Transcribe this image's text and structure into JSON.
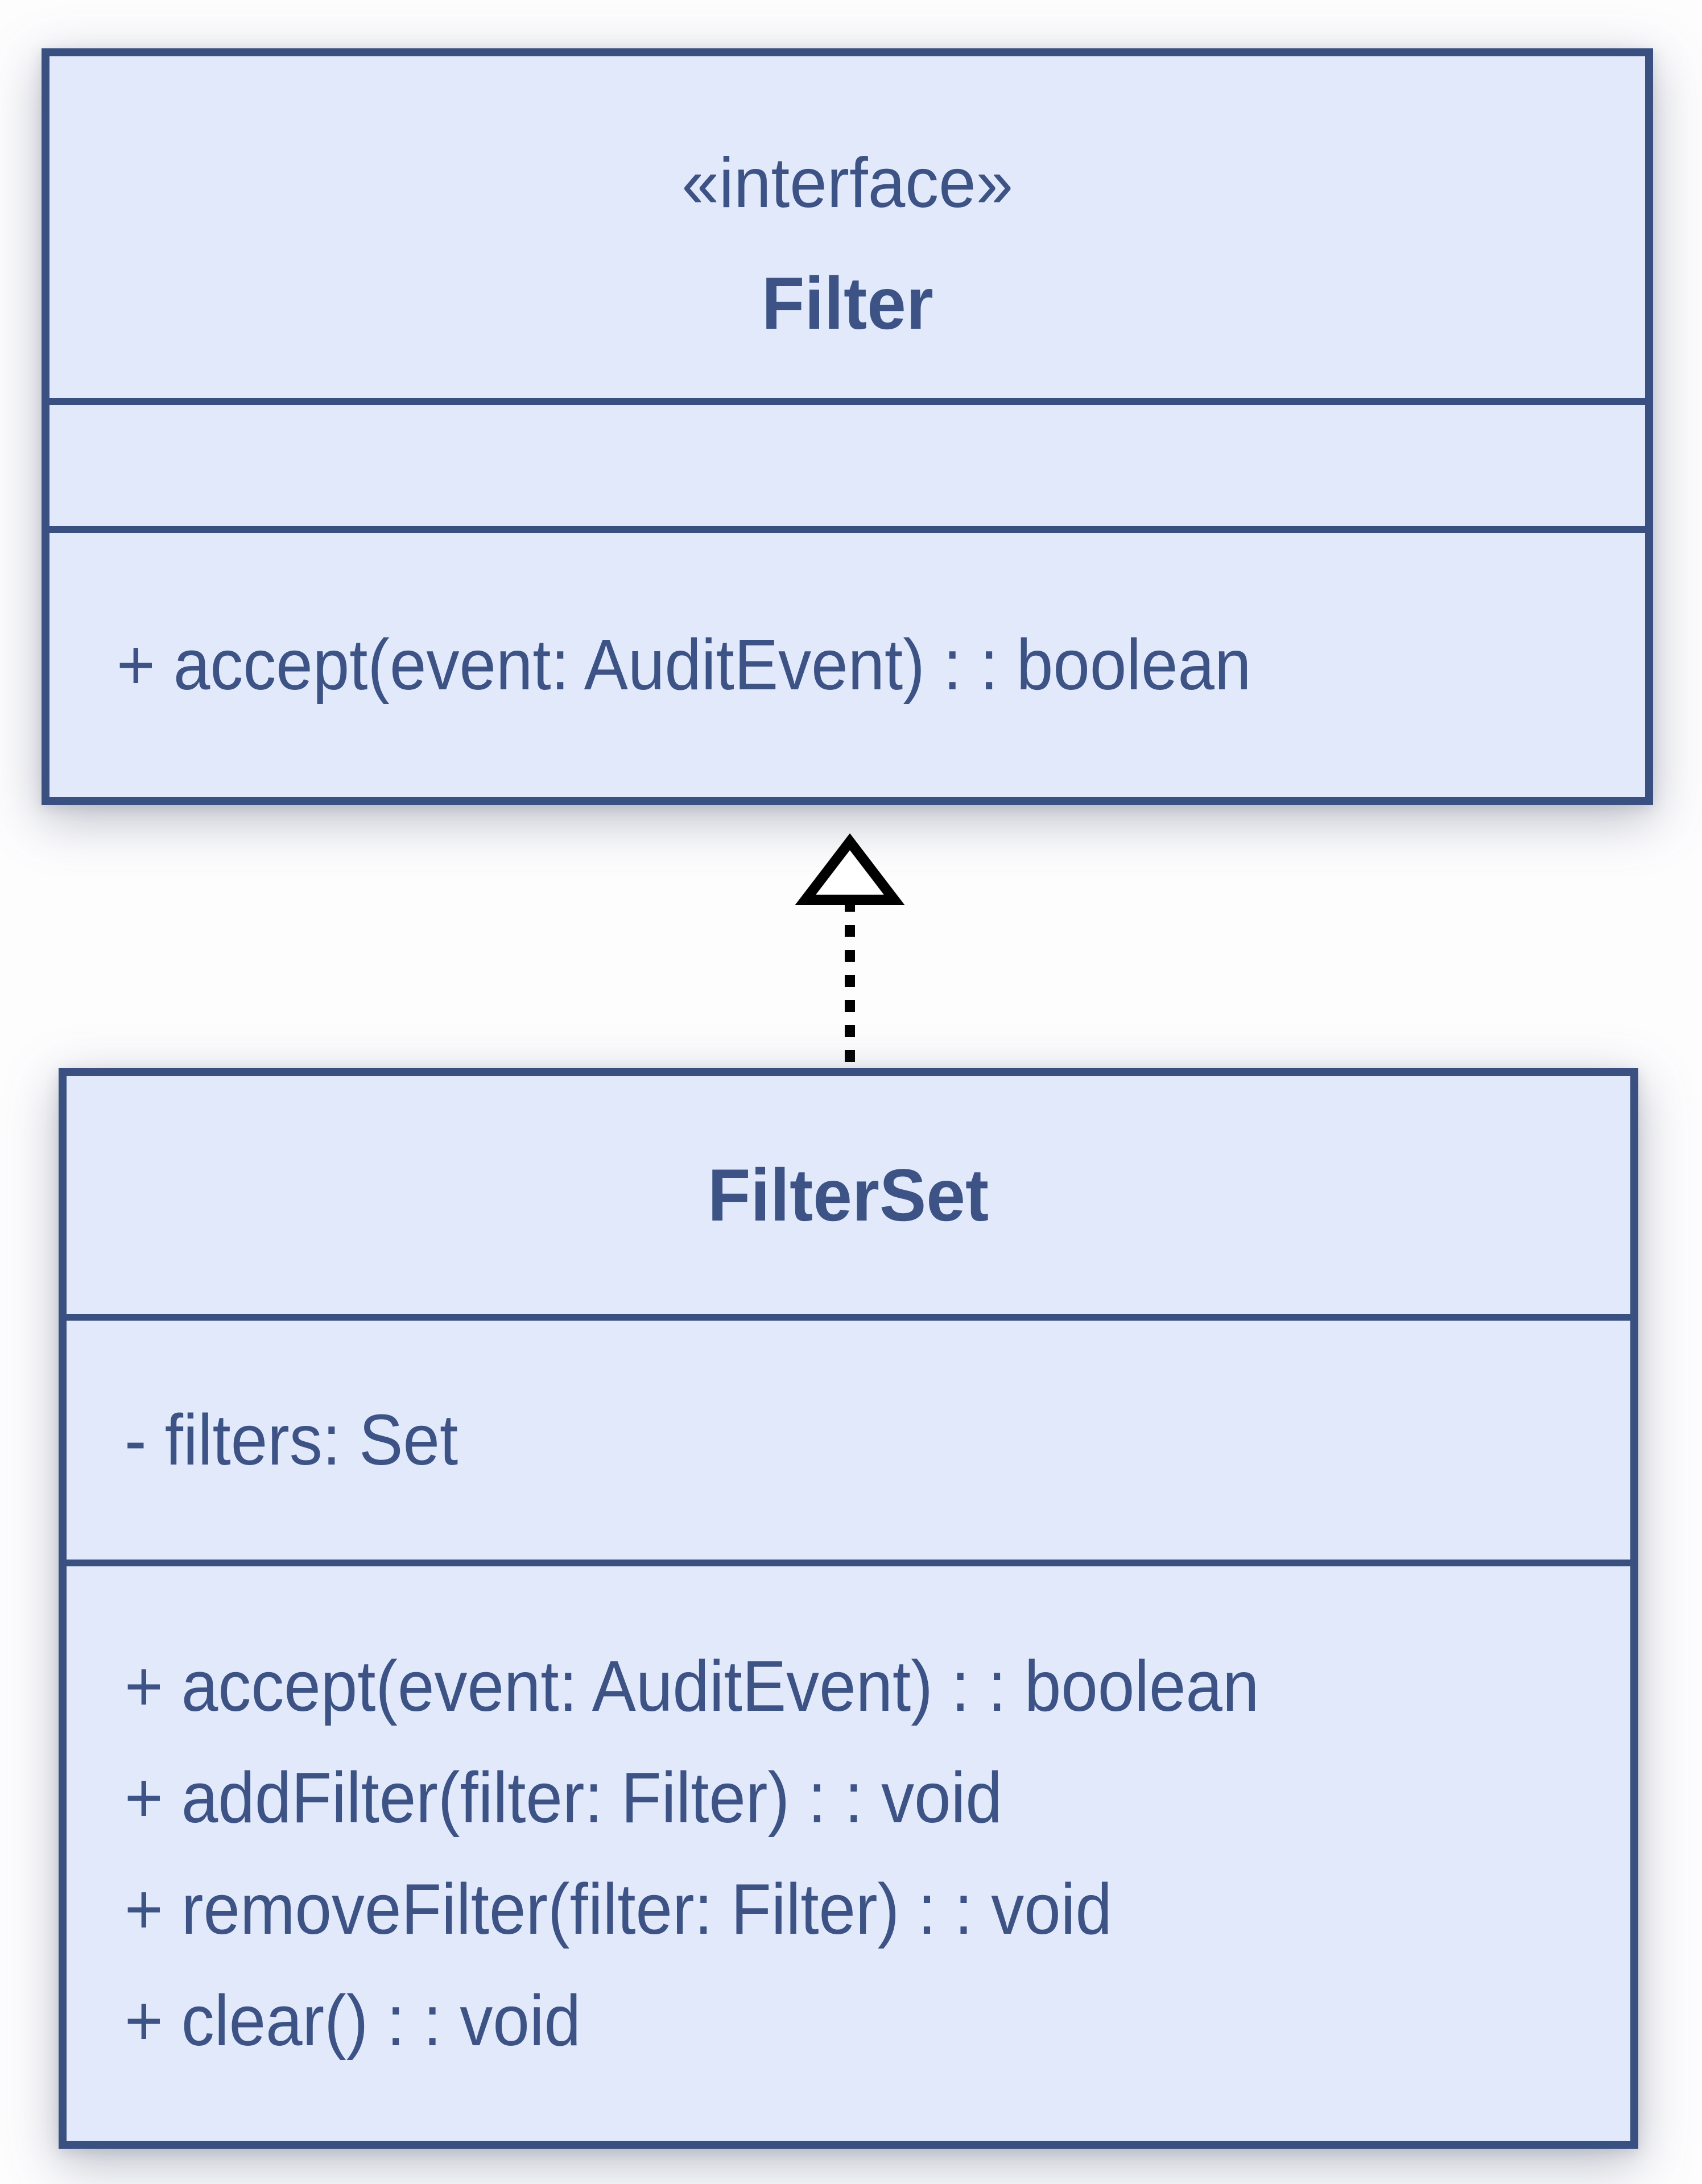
{
  "colors": {
    "box_fill": "#e1e9fb",
    "box_border": "#3a5080",
    "text": "#3d5385",
    "arrow": "#000000",
    "background": "#fdfdfe"
  },
  "classes": {
    "filter": {
      "stereotype": "«interface»",
      "name": "Filter",
      "attributes": [],
      "methods": [
        "+ accept(event: AuditEvent) : : boolean"
      ]
    },
    "filterset": {
      "name": "FilterSet",
      "attributes": [
        "- filters: Set"
      ],
      "methods": [
        "+ accept(event: AuditEvent) : : boolean",
        "+ addFilter(filter: Filter) : : void",
        "+ removeFilter(filter: Filter) : : void",
        "+ clear() : : void"
      ]
    }
  },
  "relationship": {
    "type": "realization",
    "from": "FilterSet",
    "to": "Filter",
    "line_style": "dashed",
    "head_style": "hollow-triangle"
  }
}
